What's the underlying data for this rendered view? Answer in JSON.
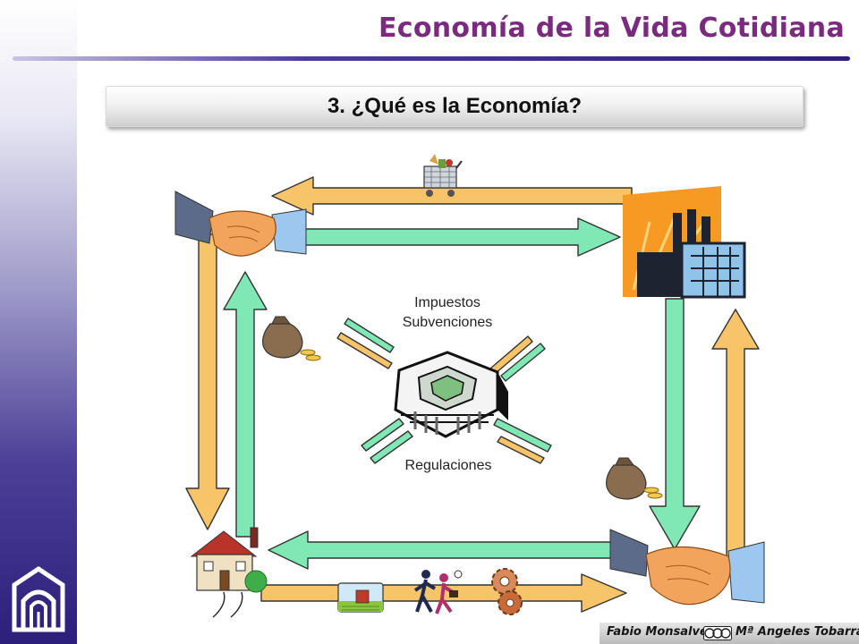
{
  "header": {
    "title": "Economía de la Vida Cotidiana"
  },
  "section": {
    "title": "3. ¿Qué es la Economía?"
  },
  "diagram": {
    "labels": {
      "impuestos": "Impuestos",
      "subvenciones": "Subvenciones",
      "regulaciones": "Regulaciones"
    },
    "icons": [
      "shopping-cart-icon",
      "handshake-icon",
      "factory-icon",
      "money-bag-icon",
      "government-building-icon",
      "house-icon",
      "farm-icon",
      "workers-icon",
      "gears-icon"
    ]
  },
  "footer": {
    "author_left": "Fabio Monsalve",
    "author_right": "Mª Angeles Tobarra"
  },
  "colors": {
    "accent": "#7a2b7e",
    "arrow_orange": "#f7c46a",
    "arrow_green": "#7fe8b4",
    "sidebar_dark": "#2c1f7c"
  }
}
